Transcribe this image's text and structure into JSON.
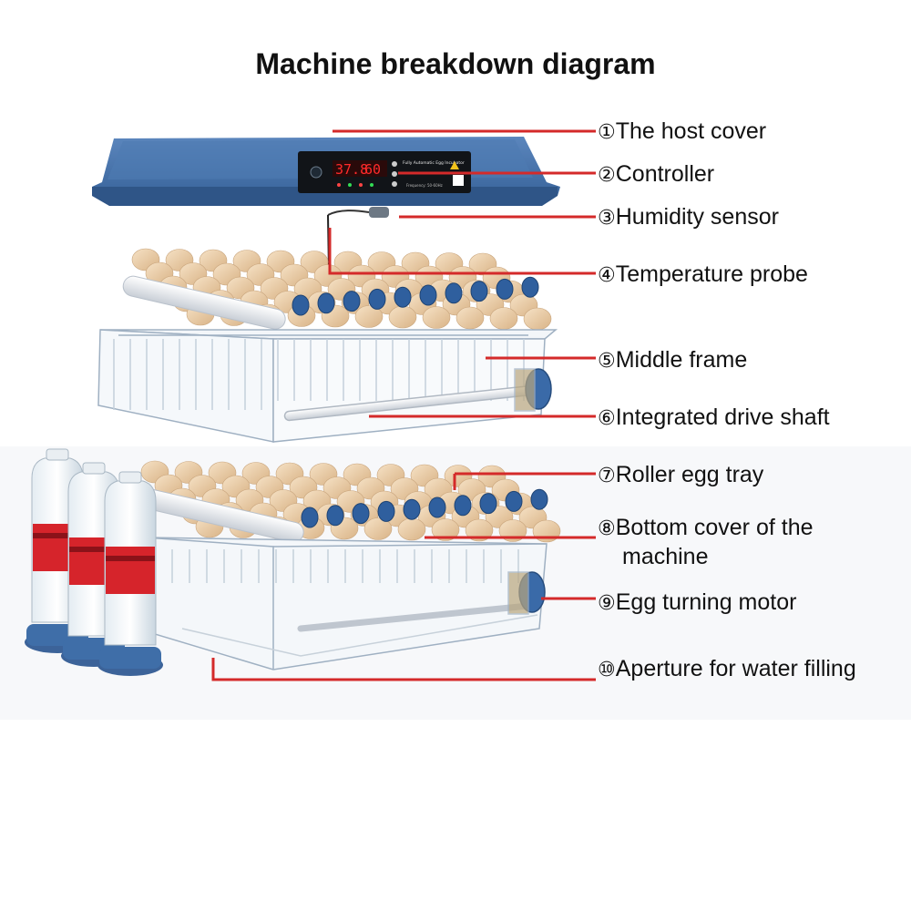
{
  "title": "Machine breakdown diagram",
  "controller_display": {
    "temperature": "37.8",
    "humidity": "60",
    "brand_text": "Fully Automatic Egg Incubator",
    "spec_text": "Frequency: 50-60Hz"
  },
  "colors": {
    "leader_line": "#d42a2a",
    "cover_blue": "#3f6ea8",
    "roller_blue": "#2f5f9e",
    "egg": "#e8c9a2",
    "water_band": "#d6242b"
  },
  "parts": [
    {
      "num": "①",
      "label": "The host cover"
    },
    {
      "num": "②",
      "label": "Controller"
    },
    {
      "num": "③",
      "label": "Humidity sensor"
    },
    {
      "num": "④",
      "label": "Temperature probe"
    },
    {
      "num": "⑤",
      "label": "Middle frame"
    },
    {
      "num": "⑥",
      "label": "Integrated drive shaft"
    },
    {
      "num": "⑦",
      "label": "Roller egg tray"
    },
    {
      "num": "⑧",
      "label": "Bottom cover of the",
      "label_line2": "machine"
    },
    {
      "num": "⑨",
      "label": "Egg turning motor"
    },
    {
      "num": "⑩",
      "label": "Aperture for water filling"
    }
  ]
}
